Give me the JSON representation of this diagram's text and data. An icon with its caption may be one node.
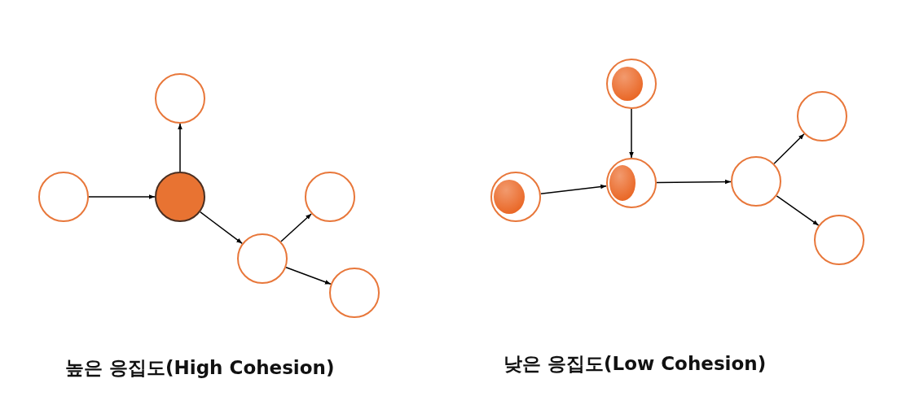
{
  "diagram": {
    "nodes": [
      {
        "text": [],
        "shape": "circle"
      },
      {
        "text": [],
        "shape": "circle"
      },
      {
        "text": [],
        "shape": "circle"
      },
      {
        "text": [],
        "shape": "circle"
      },
      {
        "text": [],
        "shape": "circle"
      },
      {
        "text": [],
        "shape": "circle"
      },
      {
        "text": [],
        "shape": "circle"
      },
      {
        "text": [],
        "shape": "circle"
      },
      {
        "text": [],
        "shape": "circle"
      },
      {
        "text": [],
        "shape": "circle"
      },
      {
        "text": [],
        "shape": "circle"
      },
      {
        "text": [],
        "shape": "circle"
      }
    ],
    "edges": [
      {
        "from": 0,
        "to": 1,
        "arrow": "to"
      },
      {
        "from": 1,
        "to": 2,
        "arrow": "to"
      },
      {
        "from": 1,
        "to": 3,
        "arrow": "to"
      },
      {
        "from": 3,
        "to": 4,
        "arrow": "to"
      },
      {
        "from": 3,
        "to": 5,
        "arrow": "to"
      },
      {
        "from": 6,
        "to": 8,
        "arrow": "to"
      },
      {
        "from": 7,
        "to": 8,
        "arrow": "to"
      },
      {
        "from": 8,
        "to": 9,
        "arrow": "to"
      },
      {
        "from": 9,
        "to": 10,
        "arrow": "to"
      },
      {
        "from": 9,
        "to": 11,
        "arrow": "to"
      }
    ],
    "labels": [
      "높은 응집도(High Cohesion)",
      "낮은 응집도(Low Cohesion)"
    ]
  }
}
